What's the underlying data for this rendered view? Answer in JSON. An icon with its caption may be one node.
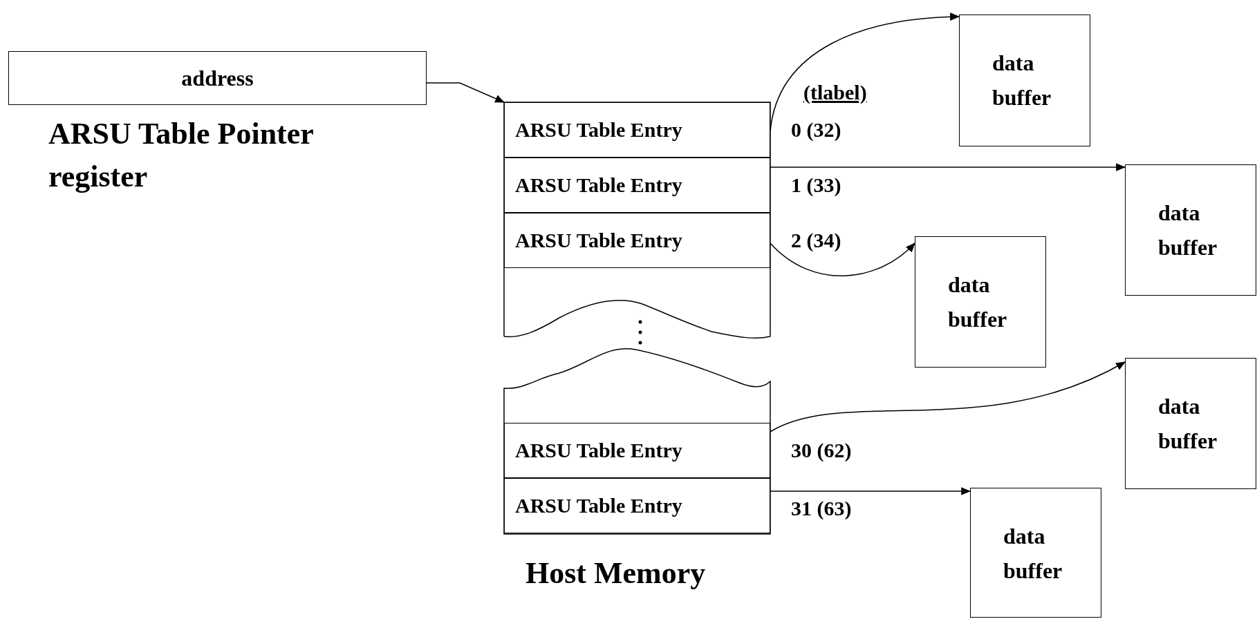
{
  "diagram": {
    "nodes": [
      {
        "text": [
          "address",
          "ARSU Table Pointer register"
        ]
      },
      {
        "text": [
          "Host Memory"
        ]
      },
      {
        "text": [
          "ARSU Table Entry"
        ],
        "in": 1,
        "beside": [
          "0 (32)"
        ]
      },
      {
        "text": [
          "ARSU Table Entry"
        ],
        "in": 1,
        "beside": [
          "1 (33)"
        ]
      },
      {
        "text": [
          "ARSU Table Entry"
        ],
        "in": 1,
        "beside": [
          "2 (34)"
        ]
      },
      {
        "text": [
          "ARSU Table Entry"
        ],
        "in": 1,
        "beside": [
          "30 (62)"
        ]
      },
      {
        "text": [
          "ARSU Table Entry"
        ],
        "in": 1,
        "beside": [
          "31 (63)"
        ]
      },
      {
        "text": [
          "data buffer"
        ]
      },
      {
        "text": [
          "data buffer"
        ]
      },
      {
        "text": [
          "data buffer"
        ]
      },
      {
        "text": [
          "data buffer"
        ]
      },
      {
        "text": [
          "data buffer"
        ]
      }
    ],
    "edges": [
      {
        "from": 0,
        "to": 1,
        "arrow": "to"
      },
      {
        "from": 2,
        "to": 7,
        "arrow": "to"
      },
      {
        "from": 3,
        "to": 8,
        "arrow": "to"
      },
      {
        "from": 4,
        "to": 9,
        "arrow": "to"
      },
      {
        "from": 5,
        "to": 10,
        "arrow": "to"
      },
      {
        "from": 6,
        "to": 11,
        "arrow": "to"
      }
    ],
    "labels": [
      "(tlabel)"
    ]
  }
}
